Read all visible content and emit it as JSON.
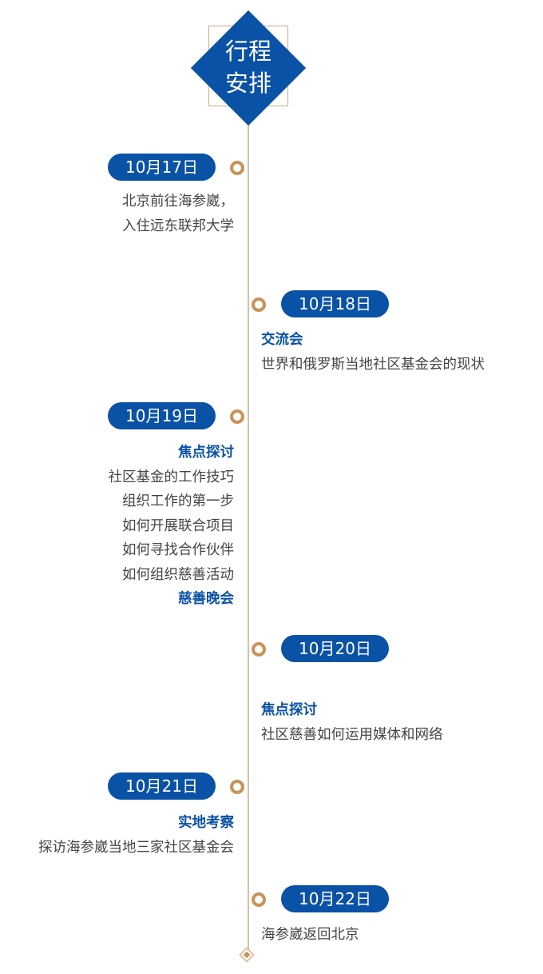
{
  "header": {
    "title_line1": "行程",
    "title_line2": "安排"
  },
  "events": [
    {
      "date": "10月17日",
      "lines": [
        "北京前往海参崴，",
        "入住远东联邦大学"
      ]
    },
    {
      "date": "10月18日",
      "heading": "交流会",
      "lines": [
        "世界和俄罗斯当地社区基金会的现状"
      ]
    },
    {
      "date": "10月19日",
      "heading": "焦点探讨",
      "lines": [
        "社区基金的工作技巧",
        "组织工作的第一步",
        "如何开展联合项目",
        "如何寻找合作伙伴",
        "如何组织慈善活动"
      ],
      "heading2": "慈善晚会"
    },
    {
      "date": "10月20日",
      "heading": "焦点探讨",
      "lines": [
        "社区慈善如何运用媒体和网络"
      ]
    },
    {
      "date": "10月21日",
      "heading": "实地考察",
      "lines": [
        "探访海参崴当地三家社区基金会"
      ]
    },
    {
      "date": "10月22日",
      "lines": [
        "海参崴返回北京"
      ]
    }
  ],
  "colors": {
    "blue": "#0a52a5",
    "gold": "#c8935a"
  }
}
